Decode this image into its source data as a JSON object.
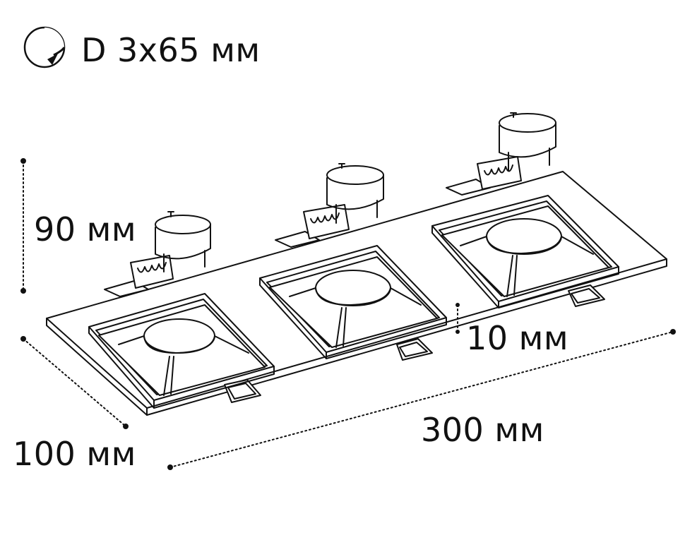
{
  "header": {
    "icon": "cutout-diameter-icon",
    "cutout_label": "D 3x65 мм"
  },
  "dimensions": {
    "height": "90 мм",
    "depth": "100 мм",
    "length": "300 мм",
    "frame_thickness": "10 мм"
  },
  "colors": {
    "line": "#111111",
    "background": "#ffffff"
  }
}
